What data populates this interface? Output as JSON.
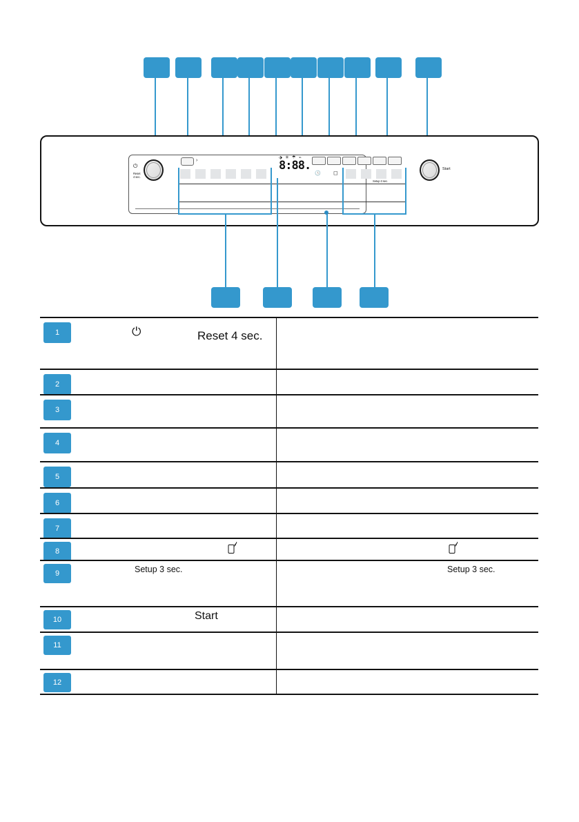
{
  "document": {
    "type": "appliance-control-panel-legend",
    "accent_color": "#3498cd",
    "line_color": "#111111"
  },
  "callouts_top": [
    {
      "id": "c1",
      "label": ""
    },
    {
      "id": "c2",
      "label": ""
    },
    {
      "id": "c3",
      "label": ""
    },
    {
      "id": "c4",
      "label": ""
    },
    {
      "id": "c5",
      "label": ""
    },
    {
      "id": "c6",
      "label": ""
    },
    {
      "id": "c7",
      "label": ""
    },
    {
      "id": "c8",
      "label": ""
    },
    {
      "id": "c9",
      "label": ""
    },
    {
      "id": "c10",
      "label": ""
    }
  ],
  "callouts_bottom": [
    {
      "id": "b1",
      "label": ""
    },
    {
      "id": "b2",
      "label": ""
    },
    {
      "id": "b3",
      "label": ""
    },
    {
      "id": "b4",
      "label": ""
    }
  ],
  "panel": {
    "power_icon": "⏻",
    "power_sub_line1": "Reset",
    "power_sub_line2": "4 sec.",
    "start_label": "Start",
    "program_arrow": "›",
    "display_value": "8:88.",
    "display_icons": "⬗ ✳ ☂ ⌁",
    "status_icons": [
      {
        "name": "rinse-aid-icon",
        "glyph": "⬗"
      },
      {
        "name": "salt-icon",
        "glyph": "✳"
      },
      {
        "name": "wifi-icon",
        "glyph": "☂"
      },
      {
        "name": "drain-icon",
        "glyph": "⌁"
      }
    ],
    "timer_icon": "🕓",
    "door_icon": "◻",
    "setup_hint": "Setup 3 sec.",
    "program_segments": 6,
    "option_segments": 4,
    "option_buttons": 6
  },
  "legend_rows": [
    {
      "num": "1",
      "icon_left": "⏻",
      "text_left": "Reset 4 sec.",
      "text_right": "",
      "height": 75,
      "kind": "power"
    },
    {
      "num": "2",
      "icon_left": "",
      "text_left": "",
      "text_right": "",
      "height": 37,
      "kind": "plain"
    },
    {
      "num": "3",
      "icon_left": "",
      "text_left": "",
      "text_right": "",
      "height": 48,
      "kind": "plain"
    },
    {
      "num": "4",
      "icon_left": "",
      "text_left": "",
      "text_right": "",
      "height": 49,
      "kind": "plain"
    },
    {
      "num": "5",
      "icon_left": "",
      "text_left": "",
      "text_right": "",
      "height": 38,
      "kind": "plain"
    },
    {
      "num": "6",
      "icon_left": "",
      "text_left": "",
      "text_right": "",
      "height": 37,
      "kind": "plain"
    },
    {
      "num": "7",
      "icon_left": "",
      "text_left": "",
      "text_right": "",
      "height": 36,
      "kind": "plain"
    },
    {
      "num": "8",
      "icon_left": "",
      "text_left": "",
      "text_right": "",
      "height": 32,
      "kind": "phones"
    },
    {
      "num": "9",
      "icon_left": "",
      "text_left": "Setup 3 sec.",
      "text_right": "Setup 3 sec.",
      "height": 67,
      "kind": "setup"
    },
    {
      "num": "10",
      "icon_left": "",
      "text_left": "Start",
      "text_right": "",
      "height": 37,
      "kind": "start"
    },
    {
      "num": "11",
      "icon_left": "",
      "text_left": "",
      "text_right": "",
      "height": 54,
      "kind": "plain"
    },
    {
      "num": "12",
      "icon_left": "",
      "text_left": "",
      "text_right": "",
      "height": 38,
      "kind": "plain"
    }
  ]
}
